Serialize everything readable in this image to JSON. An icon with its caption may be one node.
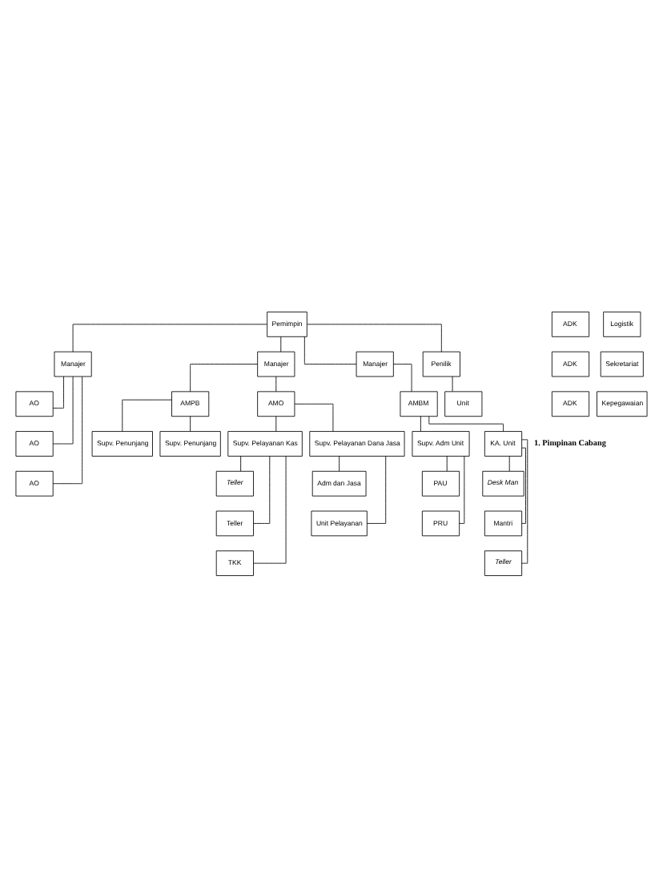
{
  "diagram": {
    "nodes": [
      {
        "text": [
          "Pemimpin"
        ]
      },
      {
        "text": [
          "Manajer"
        ]
      },
      {
        "text": [
          "Manajer"
        ]
      },
      {
        "text": [
          "Manajer"
        ]
      },
      {
        "text": [
          "Penilik"
        ]
      },
      {
        "text": [
          "AO"
        ]
      },
      {
        "text": [
          "AO"
        ]
      },
      {
        "text": [
          "AO"
        ]
      },
      {
        "text": [
          "AMBM"
        ]
      },
      {
        "text": [
          "Unit"
        ]
      },
      {
        "text": [
          "Supv. Adm Unit"
        ]
      },
      {
        "text": [
          "PAU"
        ]
      },
      {
        "text": [
          "PRU"
        ]
      },
      {
        "text": [
          "KA. Unit"
        ]
      },
      {
        "text": [
          "Desk Man"
        ]
      },
      {
        "text": [
          "Mantri"
        ]
      },
      {
        "text": [
          "Teller"
        ]
      },
      {
        "text": [
          "AMPB"
        ]
      },
      {
        "text": [
          "AMO"
        ]
      },
      {
        "text": [
          "Supv. Penunjang"
        ]
      },
      {
        "text": [
          "Supv. Penunjang"
        ]
      },
      {
        "text": [
          "Supv. Pelayanan Kas"
        ]
      },
      {
        "text": [
          "Supv. Pelayanan Dana Jasa"
        ]
      },
      {
        "text": [
          "ADK"
        ]
      },
      {
        "text": [
          "Logistik"
        ]
      },
      {
        "text": [
          "Teller"
        ]
      },
      {
        "text": [
          "Adm dan Jasa"
        ]
      },
      {
        "text": [
          "ADK"
        ]
      },
      {
        "text": [
          "Sekretariat"
        ]
      },
      {
        "text": [
          "Teller"
        ]
      },
      {
        "text": [
          "Unit Pelayanan"
        ]
      },
      {
        "text": [
          "TKK"
        ]
      },
      {
        "text": [
          "ADK"
        ]
      },
      {
        "text": [
          "Kepegawaian"
        ]
      }
    ],
    "edges": [
      {
        "from": 0,
        "to": 1,
        "arrow": "none"
      },
      {
        "from": 0,
        "to": 2,
        "arrow": "none"
      },
      {
        "from": 0,
        "to": 3,
        "arrow": "none"
      },
      {
        "from": 0,
        "to": 4,
        "arrow": "none"
      },
      {
        "from": 1,
        "to": 5,
        "arrow": "none"
      },
      {
        "from": 1,
        "to": 6,
        "arrow": "none"
      },
      {
        "from": 1,
        "to": 7,
        "arrow": "none"
      },
      {
        "from": 3,
        "to": 8,
        "arrow": "none"
      },
      {
        "from": 4,
        "to": 9,
        "arrow": "none"
      },
      {
        "from": 8,
        "to": 10,
        "arrow": "none"
      },
      {
        "from": 8,
        "to": 13,
        "arrow": "none"
      },
      {
        "from": 10,
        "to": 11,
        "arrow": "none"
      },
      {
        "from": 10,
        "to": 12,
        "arrow": "none"
      },
      {
        "from": 13,
        "to": 14,
        "arrow": "none"
      },
      {
        "from": 13,
        "to": 15,
        "arrow": "none"
      },
      {
        "from": 13,
        "to": 16,
        "arrow": "none"
      },
      {
        "from": 2,
        "to": 17,
        "arrow": "none"
      },
      {
        "from": 2,
        "to": 18,
        "arrow": "none"
      },
      {
        "from": 17,
        "to": 19,
        "arrow": "none"
      },
      {
        "from": 17,
        "to": 20,
        "arrow": "none"
      },
      {
        "from": 18,
        "to": 21,
        "arrow": "none"
      },
      {
        "from": 18,
        "to": 22,
        "arrow": "none"
      },
      {
        "from": 21,
        "to": 25,
        "arrow": "none"
      },
      {
        "from": 21,
        "to": 29,
        "arrow": "none"
      },
      {
        "from": 21,
        "to": 31,
        "arrow": "none"
      },
      {
        "from": 22,
        "to": 26,
        "arrow": "none"
      },
      {
        "from": 22,
        "to": 30,
        "arrow": "none"
      }
    ],
    "labels": [
      "1. Pimpinan Cabang"
    ]
  }
}
